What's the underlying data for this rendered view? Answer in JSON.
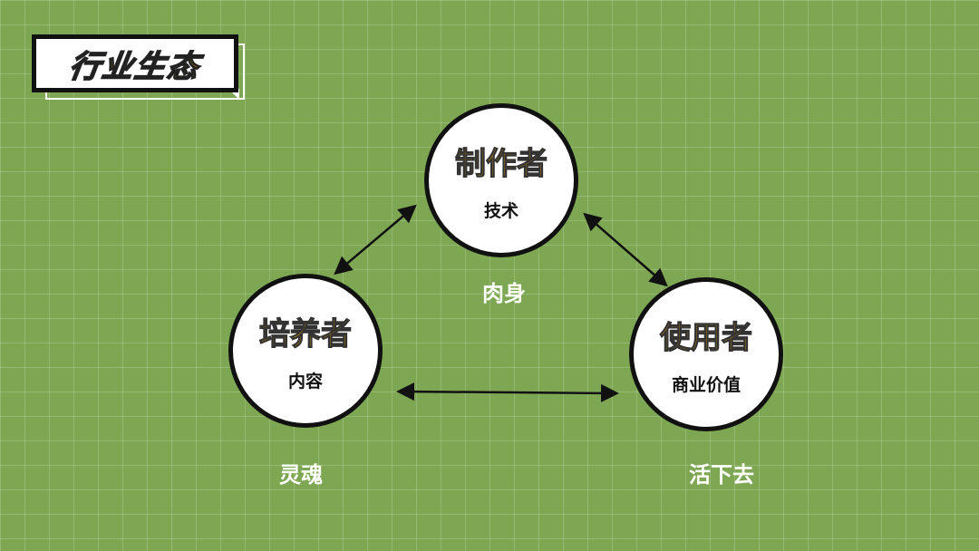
{
  "title": "行业生态",
  "nodes": [
    {
      "name": "制作者",
      "sub": "技术",
      "label": "肉身"
    },
    {
      "name": "培养者",
      "sub": "内容",
      "label": "灵魂"
    },
    {
      "name": "使用者",
      "sub": "商业价值",
      "label": "活下去"
    }
  ],
  "colors": {
    "background": "#7da752",
    "accent": "#f5a800",
    "stroke": "#111111"
  }
}
